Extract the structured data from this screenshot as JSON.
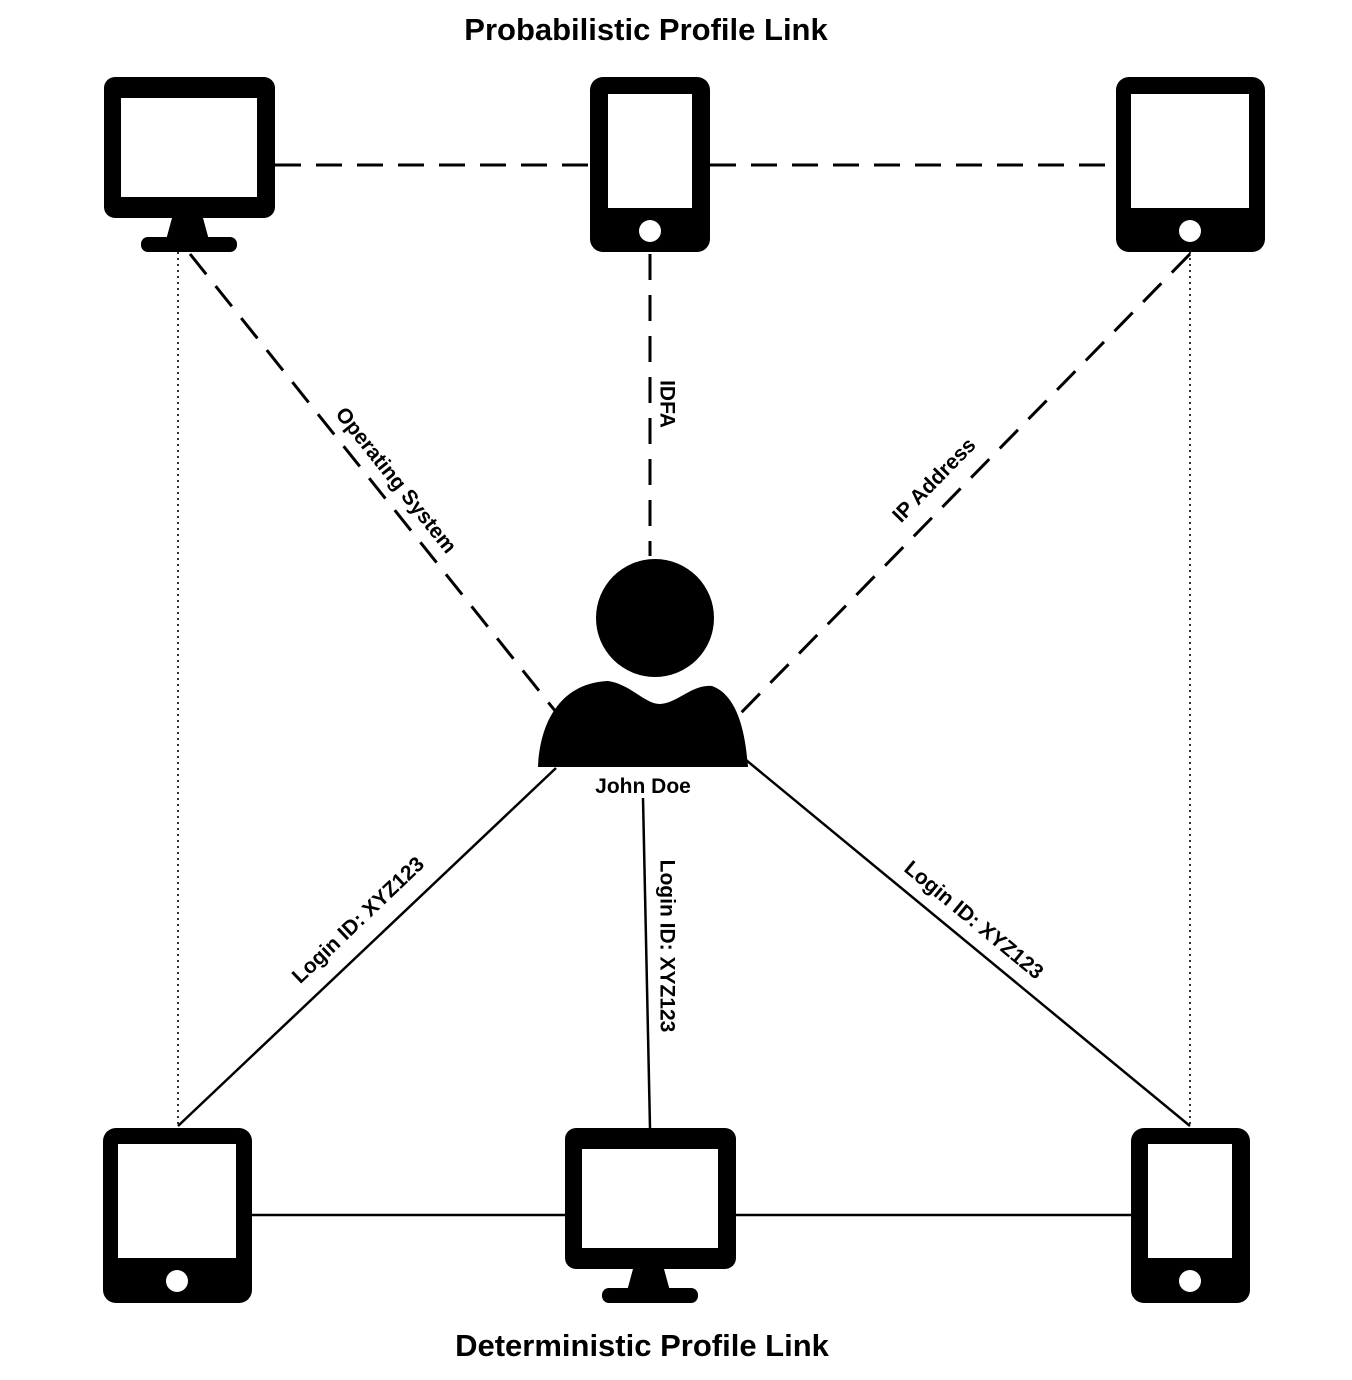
{
  "titles": {
    "top": "Probabilistic Profile Link",
    "bottom": "Deterministic Profile Link"
  },
  "user": {
    "name": "John Doe",
    "icon": "user-icon"
  },
  "probabilistic_links": {
    "desktop": "Operating System",
    "phone": "IDFA",
    "tablet": "IP Address"
  },
  "deterministic_links": {
    "tablet": "Login ID: XYZ123",
    "desktop": "Login ID: XYZ123",
    "phone": "Login ID: XYZ123"
  },
  "devices": {
    "top": [
      "desktop-icon",
      "phone-icon",
      "tablet-icon"
    ],
    "bottom": [
      "tablet-icon",
      "desktop-icon",
      "phone-icon"
    ]
  }
}
